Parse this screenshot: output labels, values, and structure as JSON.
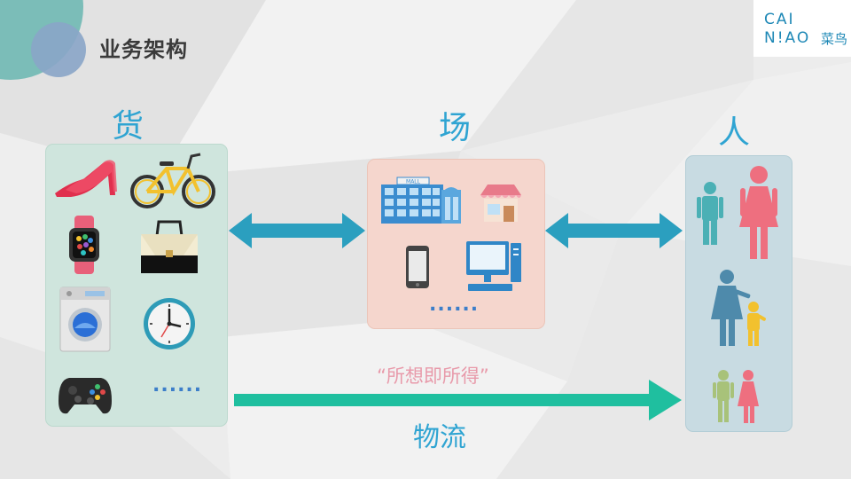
{
  "slide": {
    "title": "业务架构",
    "logo": {
      "line1": "CAI",
      "line2": "N!AO",
      "cn": "菜鸟"
    },
    "headings": {
      "goods": "货",
      "place": "场",
      "people": "人"
    },
    "goods_more": "......",
    "place_more": "......",
    "quote": "“所想即所得”",
    "logistics": "物流",
    "mall_sign": "MALL"
  },
  "icons": {
    "goods": [
      "high-heel-shoe-icon",
      "bicycle-icon",
      "smartwatch-icon",
      "handbag-icon",
      "washing-machine-icon",
      "wall-clock-icon",
      "game-controller-icon"
    ],
    "place": [
      "mall-building-icon",
      "store-icon",
      "smartphone-icon",
      "desktop-computer-icon"
    ],
    "people": [
      "man-icon",
      "woman-icon",
      "mother-child-icon",
      "couple-icon"
    ]
  },
  "colors": {
    "heading": "#2fa4d2",
    "double_arrow": "#2b9fbf",
    "logistics_arrow": "#1fbf9f",
    "quote": "#e89aaa"
  }
}
